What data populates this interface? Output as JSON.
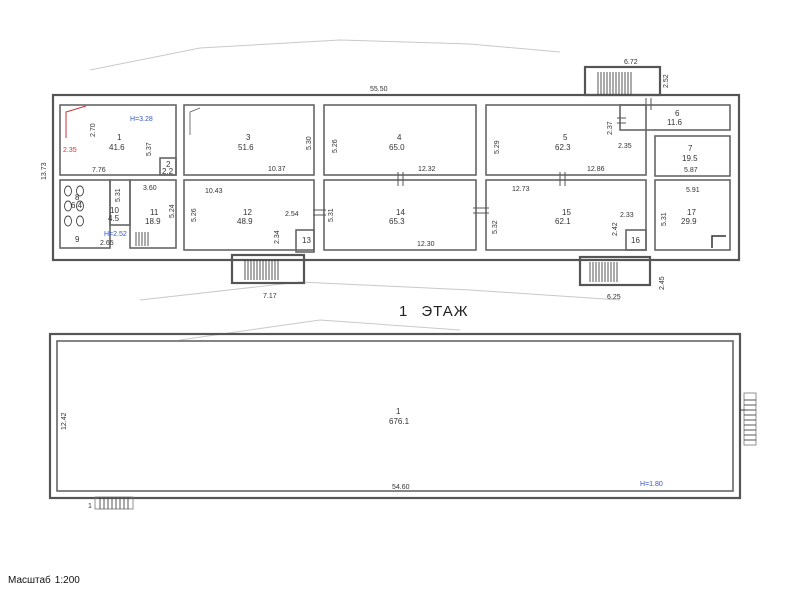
{
  "upper_plan": {
    "dims": {
      "total_width": "55.50",
      "height_left": "13.73",
      "stair_top_w": "6.72",
      "stair_top_h": "2.52",
      "d_270": "2.70",
      "d_235a": "2.35",
      "d_776": "7.76",
      "d_537": "5.37",
      "d_1037": "10.37",
      "d_530": "5.30",
      "d_526a": "5.26",
      "d_1232": "12.32",
      "d_529": "5.29",
      "d_237": "2.37",
      "d_235b": "2.35",
      "d_1286": "12.86",
      "d_587": "5.87",
      "d_360": "3.60",
      "d_531a": "5.31",
      "d_524": "5.24",
      "d_1043": "10.43",
      "d_526b": "5.26",
      "d_254": "2.54",
      "d_234": "2.34",
      "d_531b": "5.31",
      "d_1273": "12.73",
      "d_591": "5.91",
      "d_532": "5.32",
      "d_233": "2.33",
      "d_242": "2.42",
      "d_531c": "5.31",
      "d_1230": "12.30",
      "d_265": "2.65",
      "d_717": "7.17",
      "d_625": "6.25",
      "d_245": "2.45"
    },
    "rooms": [
      {
        "num": "1",
        "area": "41.6",
        "height": "H=3.28"
      },
      {
        "num": "2",
        "area": "2.2"
      },
      {
        "num": "3",
        "area": "51.6"
      },
      {
        "num": "4",
        "area": "65.0"
      },
      {
        "num": "5",
        "area": "62.3"
      },
      {
        "num": "6",
        "area": "11.6"
      },
      {
        "num": "7",
        "area": "19.5"
      },
      {
        "num": "8",
        "area": "6.4"
      },
      {
        "num": "9",
        "area": ""
      },
      {
        "num": "10",
        "area": "4.5"
      },
      {
        "num": "11",
        "area": "18.9"
      },
      {
        "num": "12",
        "area": "48.9"
      },
      {
        "num": "13",
        "area": ""
      },
      {
        "num": "14",
        "area": "65.3"
      },
      {
        "num": "15",
        "area": "62.1"
      },
      {
        "num": "16",
        "area": ""
      },
      {
        "num": "17",
        "area": "29.9"
      }
    ],
    "height_note": "H=2.52"
  },
  "floor_label": {
    "number": "1",
    "word": "ЭТАЖ"
  },
  "lower_plan": {
    "room_num": "1",
    "room_area": "676.1",
    "width": "54.60",
    "height": "12.42",
    "height_note": "H=1.80",
    "small_num": "1"
  },
  "scale": {
    "label": "Масштаб",
    "value": "1:200"
  },
  "colors": {
    "wall": "#555555",
    "accent_red": "#cc3333",
    "accent_blue": "#3355cc"
  }
}
